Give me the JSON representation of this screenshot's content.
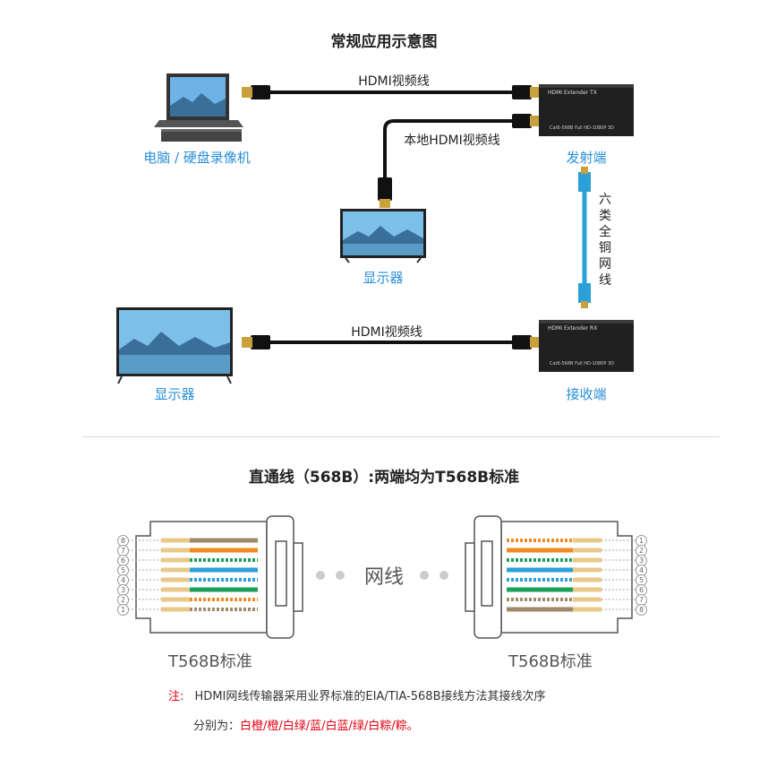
{
  "diagram": {
    "title": "常规应用示意图",
    "nodes": {
      "pc": "电脑 / 硬盘录像机",
      "tx": "发射端",
      "rx": "接收端",
      "display_local": "显示器",
      "display_remote": "显示器"
    },
    "cables": {
      "hdmi_top": "HDMI视频线",
      "hdmi_local": "本地HDMI视频线",
      "hdmi_bottom": "HDMI视频线",
      "network": "六类全铜网线"
    },
    "device_labels": {
      "tx_brand": "HDMI Extender  TX",
      "tx_spec": "Cat6-568B   Full HD-1080P 3D",
      "rx_brand": "HDMI Extender  RX",
      "rx_spec": "Cat6-568B   Full HD-1080P 3D"
    }
  },
  "wiring": {
    "title": "直通线（568B）:两端均为T568B标准",
    "middle_label": "网线",
    "left_standard": "T568B标准",
    "right_standard": "T568B标准",
    "left_pins": [
      "8",
      "7",
      "6",
      "5",
      "4",
      "3",
      "2",
      "1"
    ],
    "right_pins": [
      "1",
      "2",
      "3",
      "4",
      "5",
      "6",
      "7",
      "8"
    ]
  },
  "note": {
    "prefix": "注:",
    "line1": "HDMI网线传输器采用业界标准的EIA/TIA-568B接线方法其接线次序",
    "line2_prefix": "分别为：",
    "line2_order": "白橙/橙/白绿/蓝/白蓝/绿/白粽/粽。"
  },
  "colors": {
    "accent_blue": "#2a8fd6",
    "wire_orange": "#f08a24",
    "wire_green": "#1aa05a",
    "wire_blue": "#2a9fd8",
    "wire_brown": "#a0896a",
    "wire_white_stripe": "#e8c98a",
    "note_red": "#e60012"
  }
}
